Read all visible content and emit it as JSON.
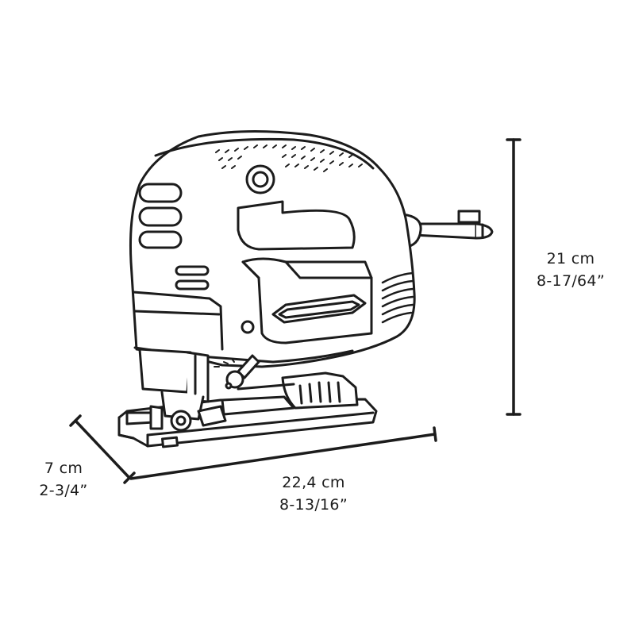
{
  "dimensions": {
    "height": {
      "metric": "21 cm",
      "imperial": "8-17/64”"
    },
    "length": {
      "metric": "22,4 cm",
      "imperial": "8-13/16”"
    },
    "width": {
      "metric": "7 cm",
      "imperial": "2-3/4”"
    }
  },
  "colors": {
    "line": "#1c1c1c",
    "body": "#ffffff",
    "shade": "#e3e3e3"
  }
}
